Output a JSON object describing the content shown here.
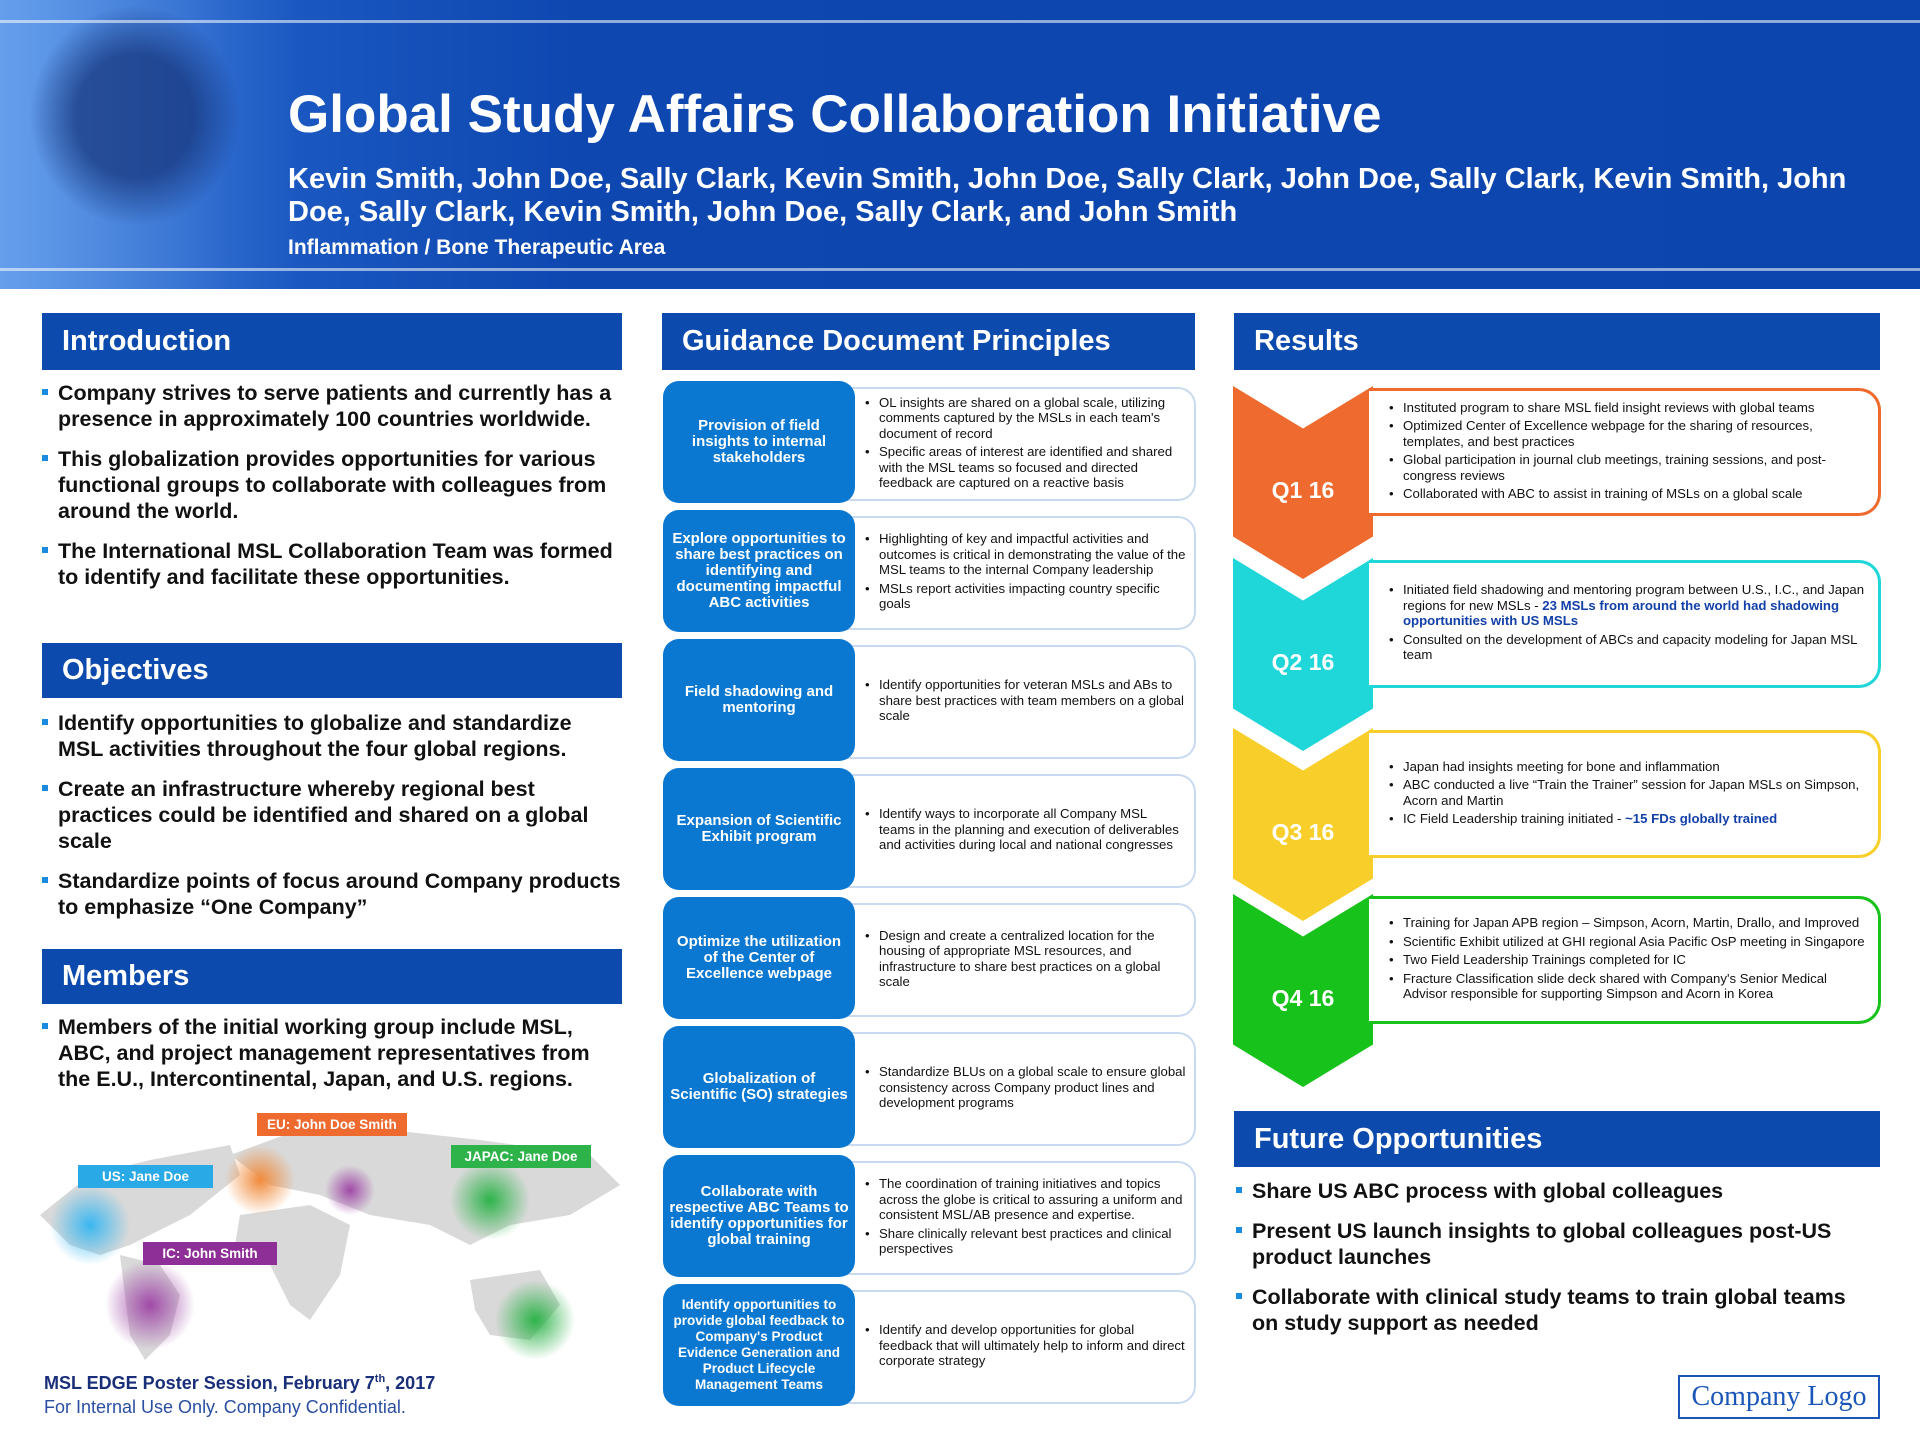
{
  "header": {
    "title": "Global Study Affairs Collaboration Initiative",
    "authors": "Kevin Smith, John Doe, Sally Clark, Kevin Smith, John Doe, Sally Clark, John Doe, Sally Clark, Kevin Smith, John Doe, Sally Clark, Kevin Smith, John Doe, Sally Clark, and John Smith",
    "area": "Inflammation / Bone Therapeutic Area"
  },
  "introduction": {
    "heading": "Introduction",
    "bullets": [
      "Company strives to serve patients and currently has a presence in approximately 100 countries worldwide.",
      "This globalization provides opportunities for various functional groups to collaborate with colleagues from around the world.",
      "The International MSL Collaboration Team was formed to identify and facilitate these opportunities."
    ]
  },
  "objectives": {
    "heading": "Objectives",
    "bullets": [
      "Identify opportunities to globalize and standardize MSL activities throughout the four global regions.",
      "Create an infrastructure whereby regional best practices could be identified and shared on a global scale",
      "Standardize points of focus around Company products to emphasize “One Company”"
    ]
  },
  "members": {
    "heading": "Members",
    "bullets": [
      "Members of the initial working group include MSL, ABC, and project management representatives from the E.U., Intercontinental, Japan, and U.S. regions."
    ],
    "map": {
      "eu": "EU: John Doe Smith",
      "us": "US: Jane Doe",
      "japac": "JAPAC: Jane Doe",
      "ic": "IC: John Smith"
    }
  },
  "guidance": {
    "heading": "Guidance Document Principles",
    "rows": [
      {
        "title": "Provision of field insights to internal stakeholders",
        "bullets": [
          "OL insights are shared on a global scale, utilizing comments captured by the MSLs in each team's document of record",
          "Specific areas of interest are identified and shared with the MSL teams so focused and directed feedback are captured on a reactive basis"
        ]
      },
      {
        "title": "Explore opportunities to share best practices on identifying and documenting impactful ABC activities",
        "bullets": [
          "Highlighting of key and impactful activities and outcomes is critical in demonstrating the value of the MSL teams to the internal Company leadership",
          "MSLs report activities impacting country specific goals"
        ]
      },
      {
        "title": "Field shadowing and mentoring",
        "bullets": [
          "Identify opportunities for veteran MSLs and ABs to share best practices with team members on a global scale"
        ]
      },
      {
        "title": "Expansion of Scientific Exhibit program",
        "bullets": [
          "Identify ways to incorporate all Company MSL teams in the planning and execution of deliverables and activities during local and national congresses"
        ]
      },
      {
        "title": "Optimize the utilization of the Center of Excellence webpage",
        "bullets": [
          "Design and create a centralized location for the housing of appropriate MSL resources, and infrastructure to share best practices on a global scale"
        ]
      },
      {
        "title": "Globalization of Scientific (SO) strategies",
        "bullets": [
          "Standardize BLUs on a global scale to ensure global consistency across Company product lines and development programs"
        ]
      },
      {
        "title": "Collaborate with respective ABC Teams to identify opportunities for global training",
        "bullets": [
          "The coordination of training initiatives and topics across the globe is critical to assuring a uniform and consistent MSL/AB presence and expertise.",
          "Share clinically relevant best practices and clinical perspectives"
        ]
      },
      {
        "title": "Identify opportunities to provide global feedback to Company's Product Evidence Generation and Product Lifecycle Management Teams",
        "bullets": [
          "Identify and develop opportunities for global feedback that will ultimately help to inform and direct corporate strategy"
        ]
      }
    ]
  },
  "results": {
    "heading": "Results",
    "quarters": [
      {
        "label": "Q1 16",
        "color": "#ef6a2e",
        "bullets": [
          "Instituted program to share MSL field insight reviews with global teams",
          "Optimized Center of Excellence webpage for the sharing of resources, templates, and best practices",
          "Global participation in journal club meetings, training sessions, and post-congress reviews",
          "Collaborated with ABC to assist in training of MSLs on a global scale"
        ]
      },
      {
        "label": "Q2 16",
        "color": "#1fd6d9",
        "bullets": [
          "Initiated field shadowing and mentoring program between U.S., I.C., and Japan regions for new MSLs  - ",
          "Consulted on the development of ABCs and capacity modeling for Japan MSL team"
        ],
        "highlight": "23 MSLs from around the world had shadowing opportunities with US MSLs"
      },
      {
        "label": "Q3 16",
        "color": "#f8cf2a",
        "bullets": [
          "Japan had insights meeting for bone and inflammation",
          "ABC conducted a live “Train the Trainer” session for Japan MSLs on Simpson, Acorn and Martin",
          "IC Field Leadership training initiated - "
        ],
        "highlight": "~15 FDs globally trained"
      },
      {
        "label": "Q4 16",
        "color": "#17c21a",
        "bullets": [
          "Training for Japan APB region – Simpson, Acorn, Martin, Drallo, and Improved",
          "Scientific Exhibit utilized at GHI regional Asia Pacific OsP meeting  in Singapore",
          "Two Field Leadership Trainings completed for IC",
          "Fracture Classification slide deck shared with Company's Senior Medical Advisor responsible for supporting Simpson and Acorn in Korea"
        ]
      }
    ]
  },
  "future": {
    "heading": "Future Opportunities",
    "bullets": [
      "Share US ABC process with global colleagues",
      "Present US launch insights to global colleagues post-US product launches",
      "Collaborate with clinical study teams to train global teams on study support as needed"
    ]
  },
  "footer": {
    "session": "MSL EDGE Poster Session, February 7",
    "sup": "th",
    "year": ", 2017",
    "confidential": "For Internal Use Only. Company Confidential.",
    "logo": "Company Logo"
  }
}
